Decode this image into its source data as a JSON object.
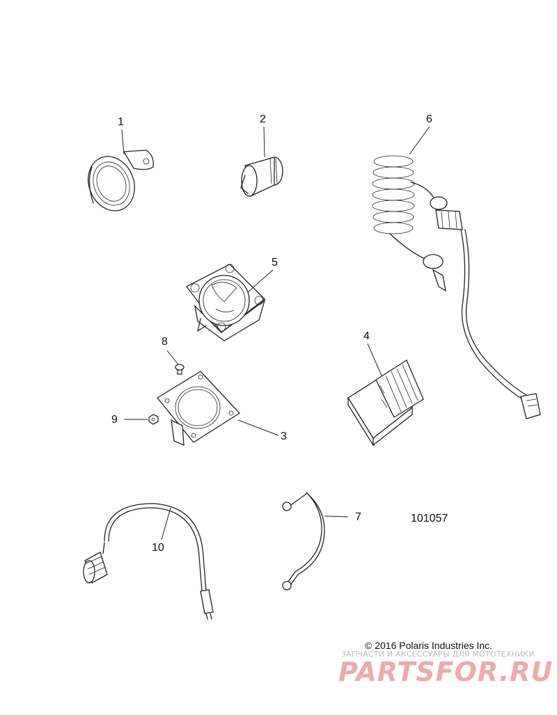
{
  "callouts": {
    "c1": "1",
    "c2": "2",
    "c3": "3",
    "c4": "4",
    "c5": "5",
    "c6": "6",
    "c7": "7",
    "c8": "8",
    "c9": "9",
    "c10": "10"
  },
  "diagram_id": "101057",
  "copyright": "© 2016 Polaris Industries Inc.",
  "watermark": {
    "tagline": "ЗАПЧАСТИ И АКСЕССУАРЫ ДЛЯ МОТОТЕХНИКИ",
    "logo": "PARTSFOR.RU"
  }
}
